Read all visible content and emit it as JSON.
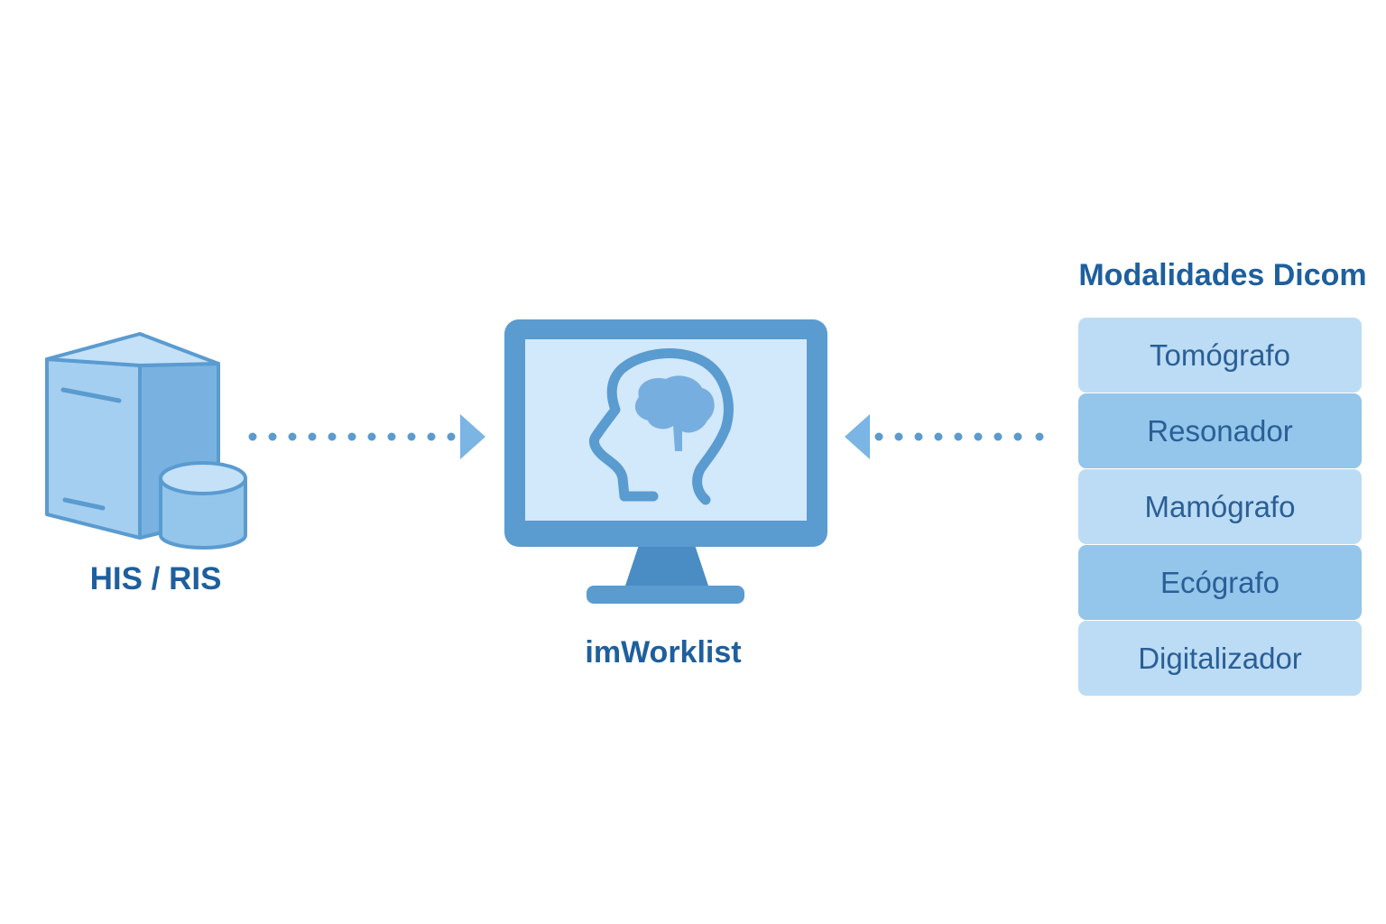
{
  "colors": {
    "primary_dark": "#1e5f9e",
    "icon_blue": "#5a9bd0",
    "screen_bg": "#d2e8fb",
    "light_box": "#bcdcf5",
    "dark_box": "#94c5eb",
    "arrow": "#7ab5e3"
  },
  "his": {
    "label": "HIS / RIS",
    "icon": "server-database-icon"
  },
  "app": {
    "label": "imWorklist",
    "icon": "monitor-head-brain-icon"
  },
  "modalities": {
    "title": "Modalidades Dicom",
    "items": [
      {
        "label": "Tomógrafo",
        "tone": "light"
      },
      {
        "label": "Resonador",
        "tone": "dark"
      },
      {
        "label": "Mamógrafo",
        "tone": "light"
      },
      {
        "label": "Ecógrafo",
        "tone": "dark"
      },
      {
        "label": "Digitalizador",
        "tone": "light"
      }
    ]
  },
  "connections": [
    {
      "from": "HIS / RIS",
      "to": "imWorklist",
      "style": "dotted-arrow"
    },
    {
      "from": "Modalidades Dicom",
      "to": "imWorklist",
      "style": "dotted-arrow"
    }
  ]
}
